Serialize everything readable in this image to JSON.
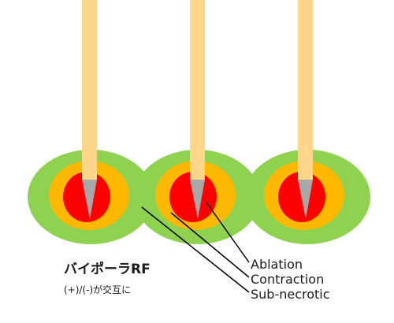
{
  "title": "バイポーラRF",
  "subtitle": "(+)/(-)が交互に",
  "zone_labels": {
    "ablation": "Ablation",
    "contraction": "Contraction",
    "sub_necrotic": "Sub-necrotic"
  },
  "colors": {
    "sub_necrotic_zone": "#8ED250",
    "contraction_zone": "#FFB800",
    "ablation_zone": "#FF0000",
    "needle_shaft": "#FFD68A",
    "needle_tip": "#A8A8A8",
    "leader_line": "#000000",
    "text": "#1A1A1A"
  },
  "electrode_count": 3
}
